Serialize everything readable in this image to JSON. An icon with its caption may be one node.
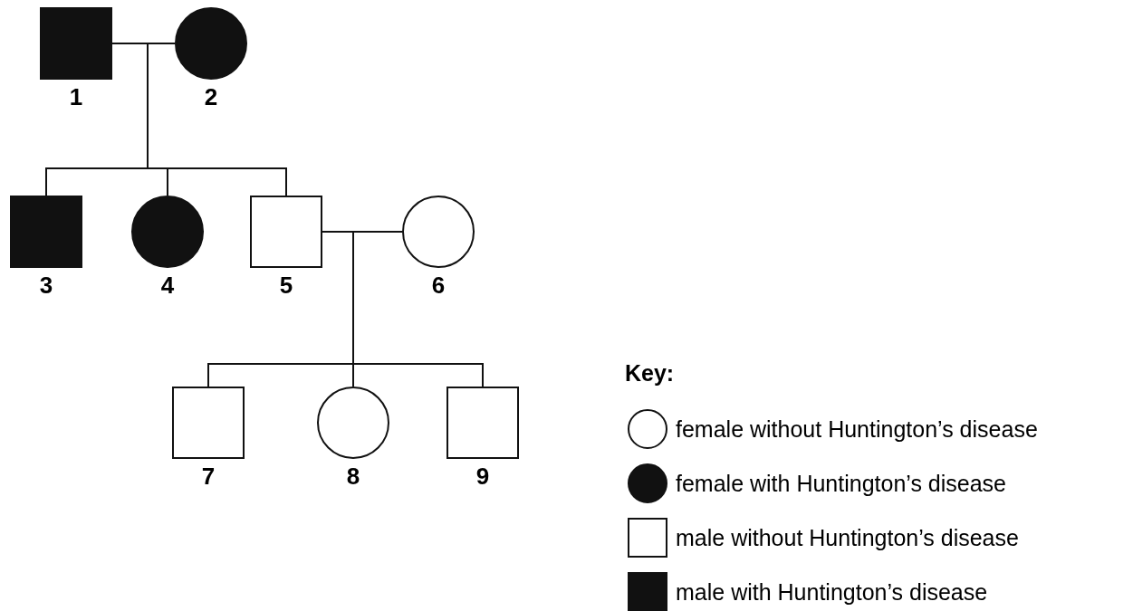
{
  "diagram": {
    "nodes": [
      {
        "text": [],
        "shape": "block",
        "beside": [
          "1"
        ]
      },
      {
        "text": [],
        "shape": "disc",
        "beside": [
          "2"
        ]
      },
      {
        "text": [],
        "shape": "block",
        "beside": [
          "3"
        ]
      },
      {
        "text": [],
        "shape": "disc",
        "beside": [
          "4"
        ]
      },
      {
        "text": [],
        "shape": "box",
        "beside": [
          "5"
        ]
      },
      {
        "text": [],
        "shape": "circle",
        "beside": [
          "6"
        ]
      },
      {
        "text": [],
        "shape": "box",
        "beside": [
          "7"
        ]
      },
      {
        "text": [],
        "shape": "circle",
        "beside": [
          "8"
        ]
      },
      {
        "text": [],
        "shape": "box",
        "beside": [
          "9"
        ]
      }
    ],
    "edges": [
      {
        "from": 0,
        "to": 1,
        "arrow": "none"
      },
      {
        "from": 0,
        "to": 2,
        "arrow": "none"
      },
      {
        "from": 0,
        "to": 3,
        "arrow": "none"
      },
      {
        "from": 0,
        "to": 4,
        "arrow": "none"
      },
      {
        "from": 1,
        "to": 2,
        "arrow": "none"
      },
      {
        "from": 1,
        "to": 3,
        "arrow": "none"
      },
      {
        "from": 1,
        "to": 4,
        "arrow": "none"
      },
      {
        "from": 4,
        "to": 5,
        "arrow": "none"
      },
      {
        "from": 4,
        "to": 6,
        "arrow": "none"
      },
      {
        "from": 4,
        "to": 7,
        "arrow": "none"
      },
      {
        "from": 4,
        "to": 8,
        "arrow": "none"
      },
      {
        "from": 5,
        "to": 6,
        "arrow": "none"
      },
      {
        "from": 5,
        "to": 7,
        "arrow": "none"
      },
      {
        "from": 5,
        "to": 8,
        "arrow": "none"
      }
    ],
    "labels": [
      "Key:"
    ],
    "legend": [
      {
        "text": "female without Huntington’s disease"
      },
      {
        "text": "female with Huntington’s disease"
      },
      {
        "text": "male without Huntington’s disease"
      },
      {
        "text": "male with Huntington’s disease"
      }
    ]
  }
}
